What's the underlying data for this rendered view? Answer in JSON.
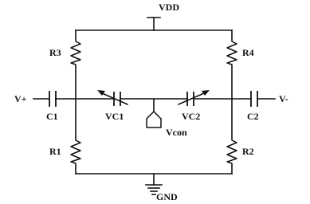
{
  "supply": {
    "vdd": "VDD",
    "gnd": "GND"
  },
  "inputs": {
    "v_plus": "V+",
    "v_minus": "V-",
    "vcon": "Vcon"
  },
  "resistors": {
    "r1": "R1",
    "r2": "R2",
    "r3": "R3",
    "r4": "R4"
  },
  "capacitors": {
    "c1": "C1",
    "c2": "C2",
    "vc1": "VC1",
    "vc2": "VC2"
  }
}
